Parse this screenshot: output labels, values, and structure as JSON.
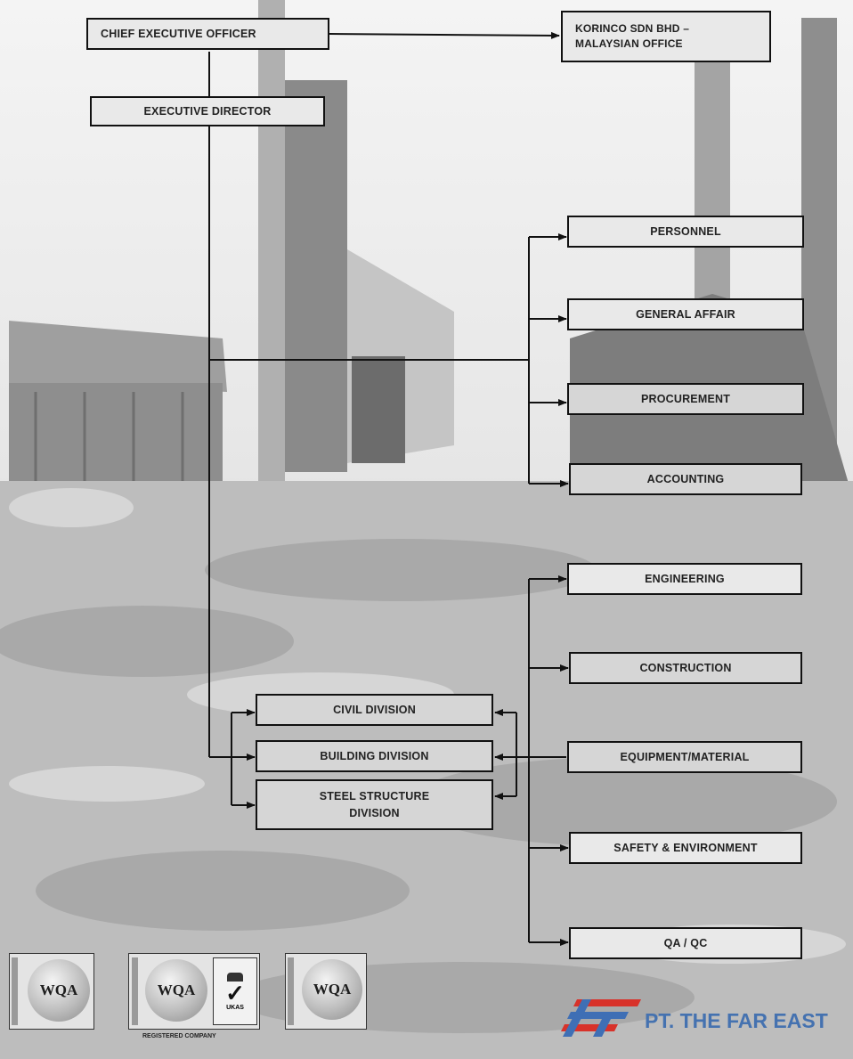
{
  "org_chart": {
    "ceo": "CHIEF EXECUTIVE OFFICER",
    "malaysian_office": [
      "KORINCO SDN BHD –",
      "MALAYSIAN OFFICE"
    ],
    "executive_director": "EXECUTIVE DIRECTOR",
    "admin_departments": [
      "PERSONNEL",
      "GENERAL AFFAIR",
      "PROCUREMENT",
      "ACCOUNTING"
    ],
    "divisions": {
      "civil": "CIVIL DIVISION",
      "building": "BUILDING DIVISION",
      "steel": [
        "STEEL STRUCTURE",
        "DIVISION"
      ]
    },
    "technical_departments": [
      "ENGINEERING",
      "CONSTRUCTION",
      "EQUIPMENT/MATERIAL",
      "SAFETY & ENVIRONMENT",
      "QA / QC"
    ]
  },
  "certifications": {
    "badge_label": "WQA",
    "ukas_label": "UKAS",
    "registered": "REGISTERED COMPANY"
  },
  "company": {
    "name": "PT. THE FAR EAST"
  },
  "colors": {
    "brand_red": "#d8322a",
    "brand_blue": "#3f6fb5",
    "line": "#111111"
  }
}
